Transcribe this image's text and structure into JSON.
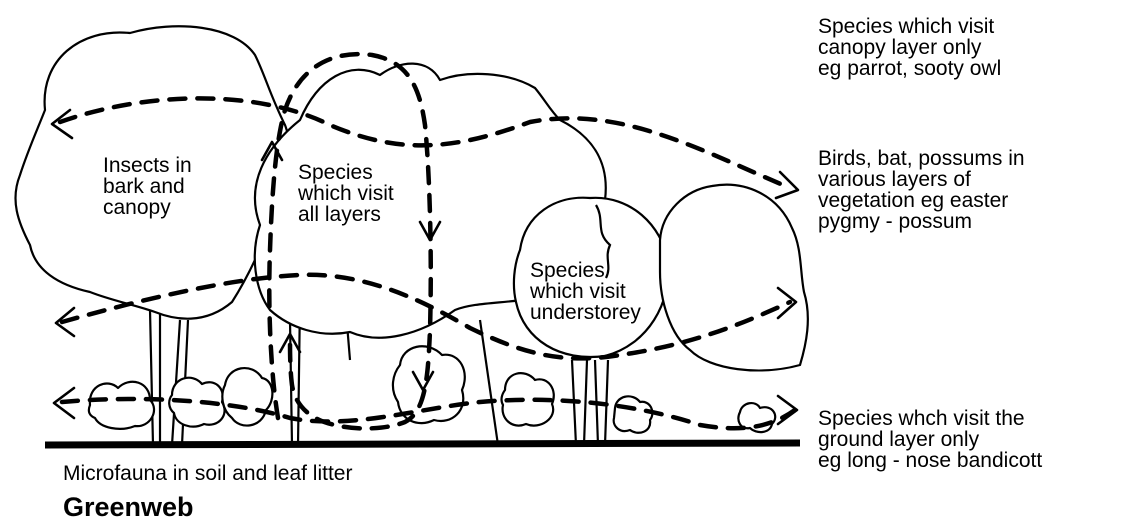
{
  "diagram": {
    "title": "Greenweb",
    "labels": {
      "insects": "Insects in\nbark and\ncanopy",
      "all_layers": "Species\nwhich visit\nall layers",
      "understorey": "Species\nwhich visit\nunderstorey",
      "canopy_only": "Species which visit\ncanopy layer only\neg parrot, sooty owl",
      "various_layers": "Birds, bat, possums in\nvarious layers of\nvegetation eg easter\npygmy - possum",
      "ground_only": "Species whch visit the\nground layer only\neg long - nose bandicott",
      "microfauna": "Microfauna in soil and leaf litter"
    }
  }
}
